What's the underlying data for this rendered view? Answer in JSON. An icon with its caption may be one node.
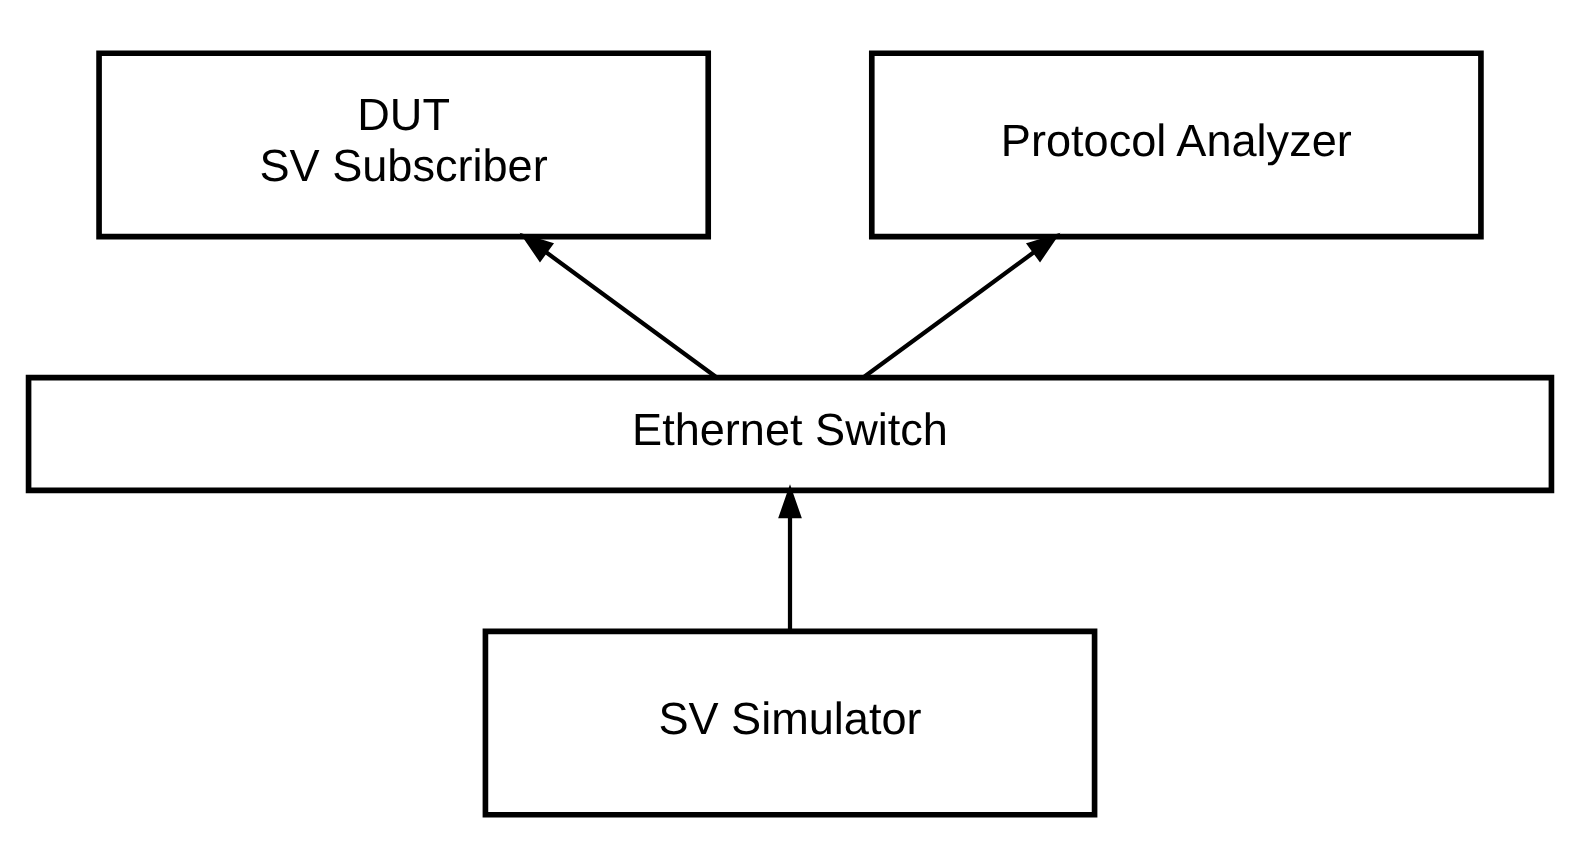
{
  "diagram": {
    "nodes": [
      {
        "text": [
          "DUT",
          "SV Subscriber"
        ]
      },
      {
        "text": [
          "Protocol Analyzer"
        ]
      },
      {
        "text": [
          "Ethernet Switch"
        ]
      },
      {
        "text": [
          "SV Simulator"
        ]
      }
    ],
    "edges": [
      {
        "from": 2,
        "to": 0,
        "arrow": "to"
      },
      {
        "from": 2,
        "to": 1,
        "arrow": "to"
      },
      {
        "from": 3,
        "to": 2,
        "arrow": "to"
      }
    ]
  }
}
